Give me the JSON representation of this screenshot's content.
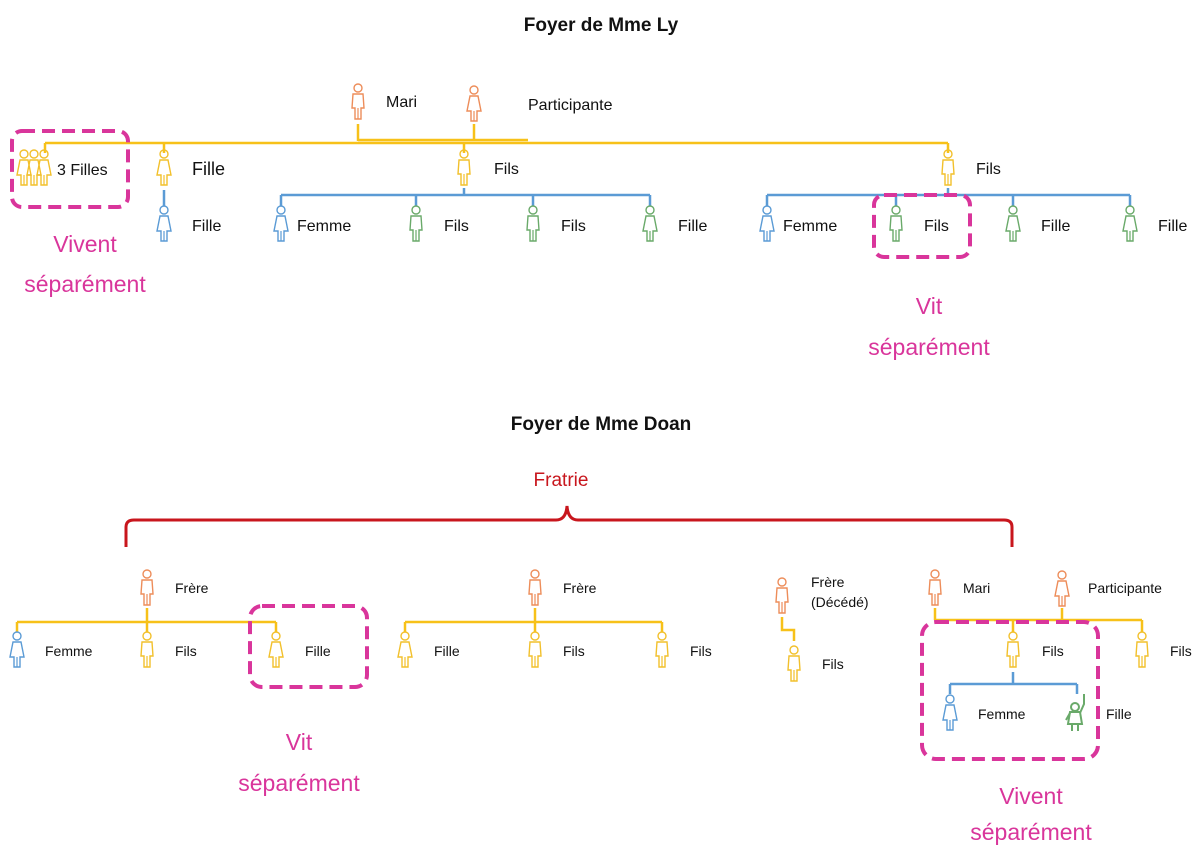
{
  "household_ly": {
    "title": "Foyer de Mme Ly",
    "mari": "Mari",
    "participante": "Participante",
    "trois_filles": "3 Filles",
    "fille_a": "Fille",
    "fille_a_child": "Fille",
    "fils_b": "Fils",
    "fils_b_femme": "Femme",
    "fils_b_fils1": "Fils",
    "fils_b_fils2": "Fils",
    "fils_b_fille": "Fille",
    "fils_c": "Fils",
    "fils_c_femme": "Femme",
    "fils_c_fils": "Fils",
    "fils_c_fille1": "Fille",
    "fils_c_fille2": "Fille",
    "note_left": [
      "Vivent",
      "séparément"
    ],
    "note_right": [
      "Vit",
      "séparément"
    ]
  },
  "household_doan": {
    "title": "Foyer de Mme Doan",
    "fratrie": "Fratrie",
    "frere1": "Frère",
    "frere1_femme": "Femme",
    "frere1_fils": "Fils",
    "frere1_fille": "Fille",
    "frere2": "Frère",
    "frere2_fille": "Fille",
    "frere2_fils1": "Fils",
    "frere2_fils2": "Fils",
    "frere3": [
      "Frère",
      "(Décédé)"
    ],
    "frere3_fils": "Fils",
    "mari": "Mari",
    "participante": "Participante",
    "fils_main": "Fils",
    "fils_main_femme": "Femme",
    "fils_main_fille": "Fille",
    "fils_right": "Fils",
    "note_left": [
      "Vit",
      "séparément"
    ],
    "note_right": [
      "Vivent",
      "séparément"
    ]
  },
  "colors": {
    "yellow_line": "#f7c119",
    "blue_line": "#5b9bd5",
    "orange_person": "#ed8d5a",
    "yellow_person": "#f2c02c",
    "blue_person": "#5b9bd5",
    "green_person": "#6aaa6a",
    "magenta_box": "#d9359b",
    "red_brace": "#c8161d"
  }
}
